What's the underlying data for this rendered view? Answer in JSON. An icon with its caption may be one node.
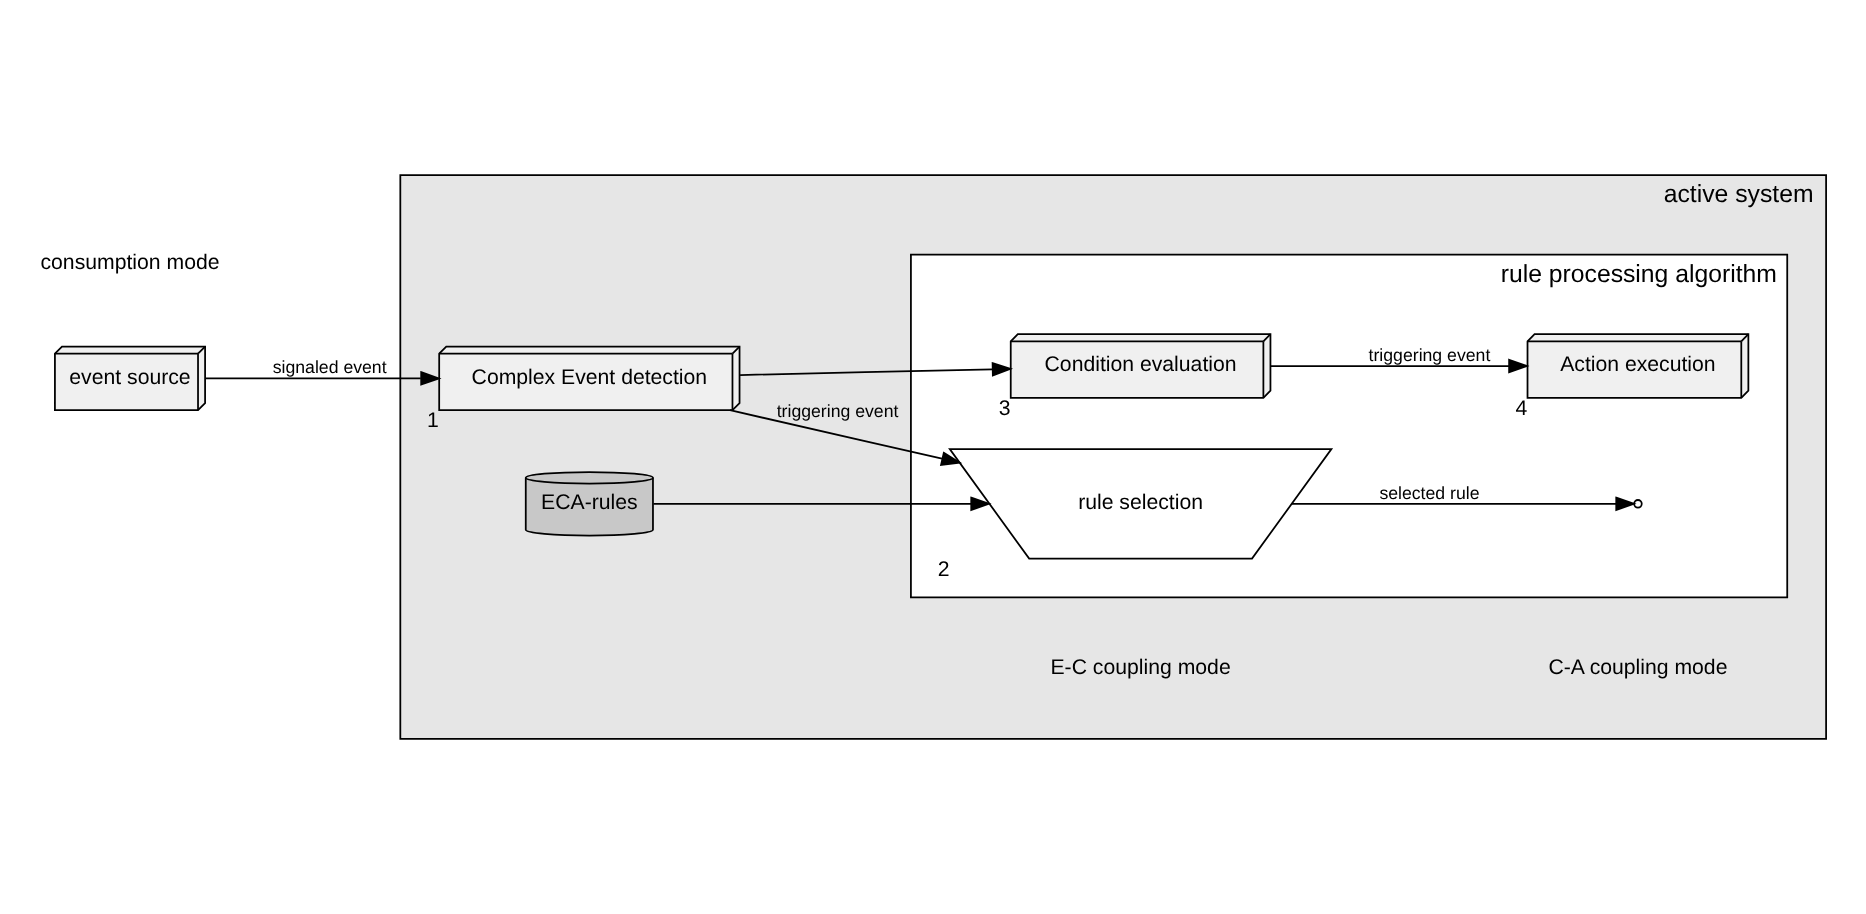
{
  "diagram": {
    "nodes": [
      {
        "text": [
          "event source"
        ]
      },
      {
        "text": [
          "active system"
        ]
      },
      {
        "text": [
          "Complex Event detection"
        ],
        "in": 1,
        "beside": [
          "1"
        ]
      },
      {
        "text": [
          "ECA-rules"
        ],
        "in": 1
      },
      {
        "text": [
          "rule processing algorithm"
        ],
        "in": 1
      },
      {
        "text": [
          "rule selection"
        ],
        "in": 4,
        "beside": [
          "2"
        ]
      },
      {
        "text": [
          "Condition evaluation"
        ],
        "in": 4,
        "beside": [
          "3"
        ]
      },
      {
        "text": [
          "Action execution"
        ],
        "in": 4,
        "beside": [
          "4"
        ]
      }
    ],
    "edges": [
      {
        "from": 0,
        "to": 2,
        "arrow": "to",
        "label": "signaled event"
      },
      {
        "from": 2,
        "to": 5,
        "arrow": "to",
        "label": "triggering event"
      },
      {
        "from": 2,
        "to": 6,
        "arrow": "to"
      },
      {
        "from": 3,
        "to": 5,
        "arrow": "to"
      },
      {
        "from": 5,
        "to": null,
        "arrow": "to",
        "label": "selected rule"
      },
      {
        "from": 6,
        "to": 7,
        "arrow": "to",
        "label": "triggering event"
      }
    ],
    "labels": [
      "consumption mode",
      "E-C coupling mode",
      "C-A coupling mode"
    ]
  }
}
